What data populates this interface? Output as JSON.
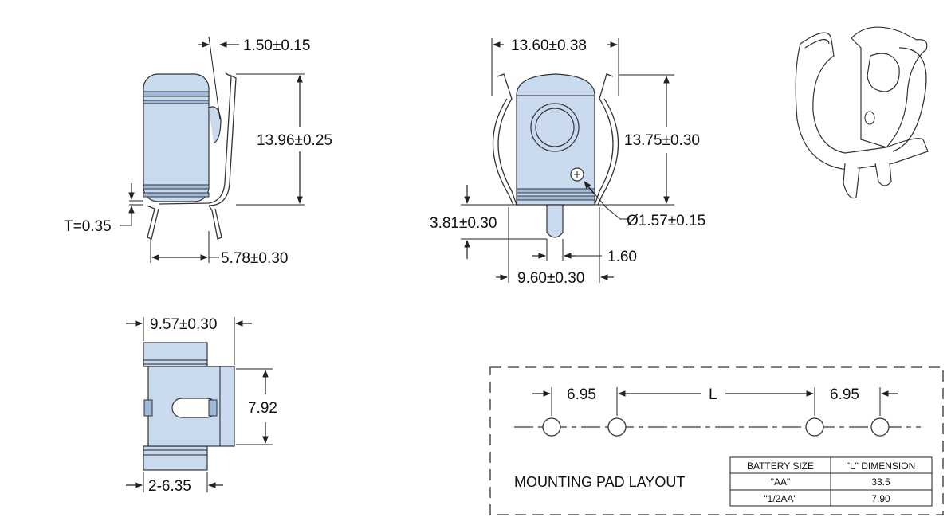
{
  "dimensions": {
    "side_thickness_top": "1.50±0.15",
    "side_height": "13.96±0.25",
    "side_t": "T=0.35",
    "side_foot": "5.78±0.30",
    "front_width": "13.60±0.38",
    "front_height": "13.75±0.30",
    "front_pin_height": "3.81±0.30",
    "front_hole": "Ø1.57±0.15",
    "front_pin_width": "1.60",
    "front_base": "9.60±0.30",
    "bottom_width": "9.57±0.30",
    "bottom_height": "7.92",
    "bottom_feet": "2-6.35"
  },
  "mounting": {
    "title": "MOUNTING PAD LAYOUT",
    "left_gap": "6.95",
    "center": "L",
    "right_gap": "6.95",
    "table": {
      "headers": [
        "BATTERY SIZE",
        "\"L\" DIMENSION"
      ],
      "rows": [
        [
          "\"AA\"",
          "33.5"
        ],
        [
          "\"1/2AA\"",
          "7.90"
        ]
      ]
    }
  }
}
